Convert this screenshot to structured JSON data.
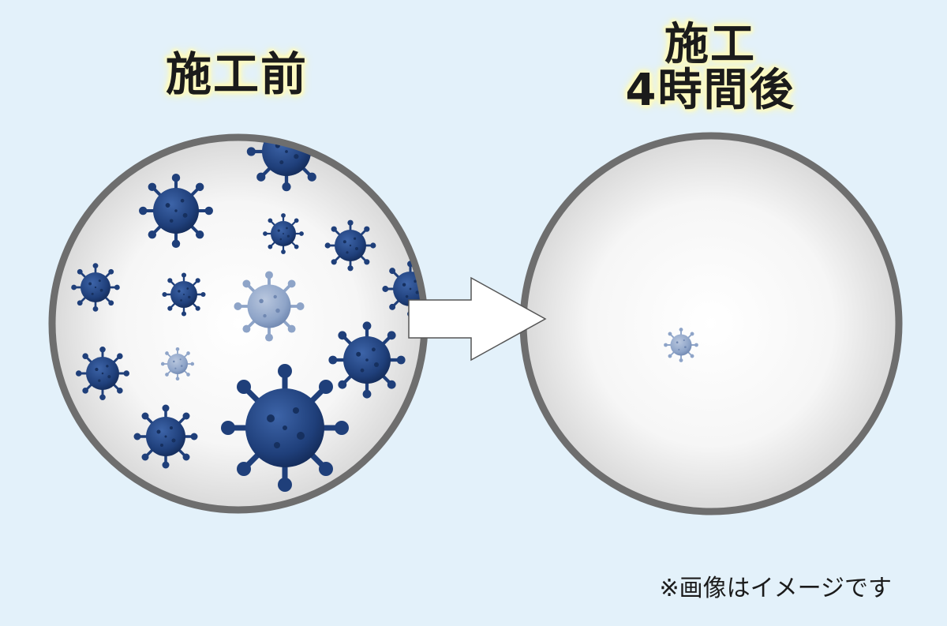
{
  "before": {
    "label": "施工前"
  },
  "after": {
    "label_line1": "施工",
    "label_line2": "4時間後"
  },
  "note": "※画像はイメージです",
  "colors": {
    "background": "#e3f1fa",
    "dish_border": "#6e6e6e",
    "virus_dark": "#1f3f7a",
    "virus_light": "#8ea4c8",
    "label_glow": "#fffbc0"
  },
  "icons": {
    "virus": "virus-icon",
    "arrow": "right-arrow-icon"
  }
}
